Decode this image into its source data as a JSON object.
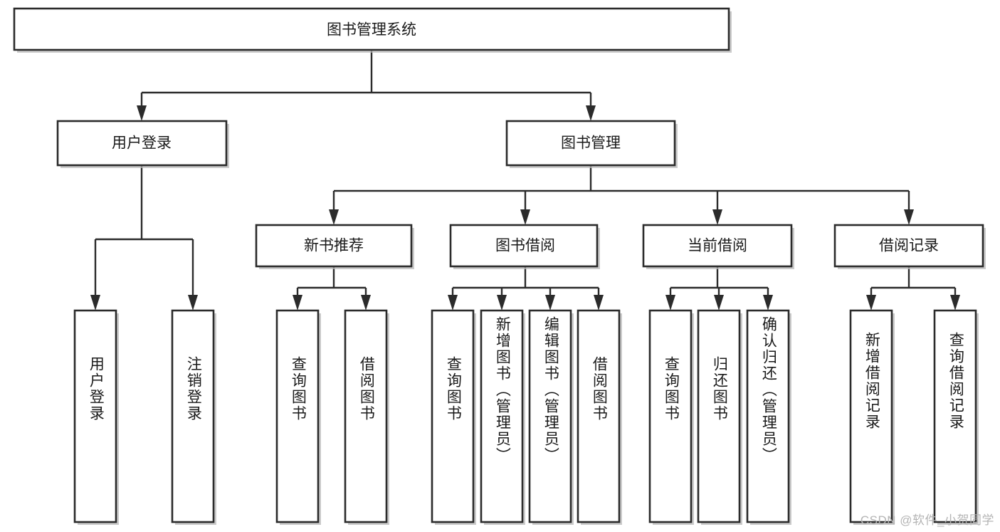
{
  "diagram": {
    "title": "图书管理系统",
    "type": "tree-hierarchy",
    "background_color": "#ffffff",
    "box_stroke_color": "#2b2b2b",
    "text_color": "#1a1a1a",
    "root": {
      "label": "图书管理系统"
    },
    "level2": [
      {
        "label": "用户登录"
      },
      {
        "label": "图书管理"
      }
    ],
    "level3": [
      {
        "label": "新书推荐"
      },
      {
        "label": "图书借阅"
      },
      {
        "label": "当前借阅"
      },
      {
        "label": "借阅记录"
      }
    ],
    "leaves": {
      "user_login": [
        {
          "label": "用户登录"
        },
        {
          "label": "注销登录"
        }
      ],
      "new_book_recommend": [
        {
          "label": "查询图书"
        },
        {
          "label": "借阅图书"
        }
      ],
      "book_borrow": [
        {
          "label": "查询图书"
        },
        {
          "label": "新增图书（管理员）"
        },
        {
          "label": "编辑图书（管理员）"
        },
        {
          "label": "借阅图书"
        }
      ],
      "current_borrow": [
        {
          "label": "查询图书"
        },
        {
          "label": "归还图书"
        },
        {
          "label": "确认归还（管理员）"
        }
      ],
      "borrow_records": [
        {
          "label": "新增借阅记录"
        },
        {
          "label": "查询借阅记录"
        }
      ]
    }
  },
  "watermark": {
    "text": "CSDN @软件_小贺同学"
  }
}
